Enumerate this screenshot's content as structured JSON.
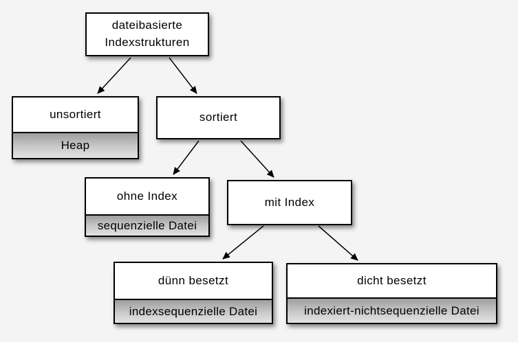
{
  "diagram": {
    "type": "tree",
    "language": "de"
  },
  "colors": {
    "background": "#f4f4f5",
    "node_fill": "#ffffff",
    "node_border": "#000000",
    "sublabel_gradient_top": "#9e9e9e",
    "sublabel_gradient_bottom": "#e3e3e3",
    "edge_color": "#000000",
    "text": "#000000"
  },
  "nodes": {
    "root": {
      "label": "dateibasierte\nIndexstrukturen"
    },
    "unsorted": {
      "label": "unsortiert",
      "sublabel": "Heap"
    },
    "sorted": {
      "label": "sortiert"
    },
    "no_index": {
      "label": "ohne Index",
      "sublabel": "sequenzielle Datei"
    },
    "with_index": {
      "label": "mit Index"
    },
    "sparse": {
      "label": "dünn besetzt",
      "sublabel": "indexsequenzielle Datei"
    },
    "dense": {
      "label": "dicht besetzt",
      "sublabel": "indexiert-nichtsequenzielle Datei"
    }
  },
  "edges": [
    {
      "from": "root",
      "to": "unsorted"
    },
    {
      "from": "root",
      "to": "sorted"
    },
    {
      "from": "sorted",
      "to": "no_index"
    },
    {
      "from": "sorted",
      "to": "with_index"
    },
    {
      "from": "with_index",
      "to": "sparse"
    },
    {
      "from": "with_index",
      "to": "dense"
    }
  ]
}
